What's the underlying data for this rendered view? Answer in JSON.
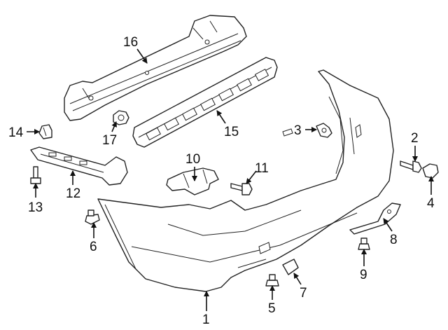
{
  "callouts": [
    {
      "id": "1",
      "label": "1"
    },
    {
      "id": "2",
      "label": "2"
    },
    {
      "id": "3",
      "label": "3"
    },
    {
      "id": "4",
      "label": "4"
    },
    {
      "id": "5",
      "label": "5"
    },
    {
      "id": "6",
      "label": "6"
    },
    {
      "id": "7",
      "label": "7"
    },
    {
      "id": "8",
      "label": "8"
    },
    {
      "id": "9",
      "label": "9"
    },
    {
      "id": "10",
      "label": "10"
    },
    {
      "id": "11",
      "label": "11"
    },
    {
      "id": "12",
      "label": "12"
    },
    {
      "id": "13",
      "label": "13"
    },
    {
      "id": "14",
      "label": "14"
    },
    {
      "id": "15",
      "label": "15"
    },
    {
      "id": "16",
      "label": "16"
    },
    {
      "id": "17",
      "label": "17"
    }
  ],
  "colors": {
    "line": "#222222",
    "background": "#ffffff"
  }
}
